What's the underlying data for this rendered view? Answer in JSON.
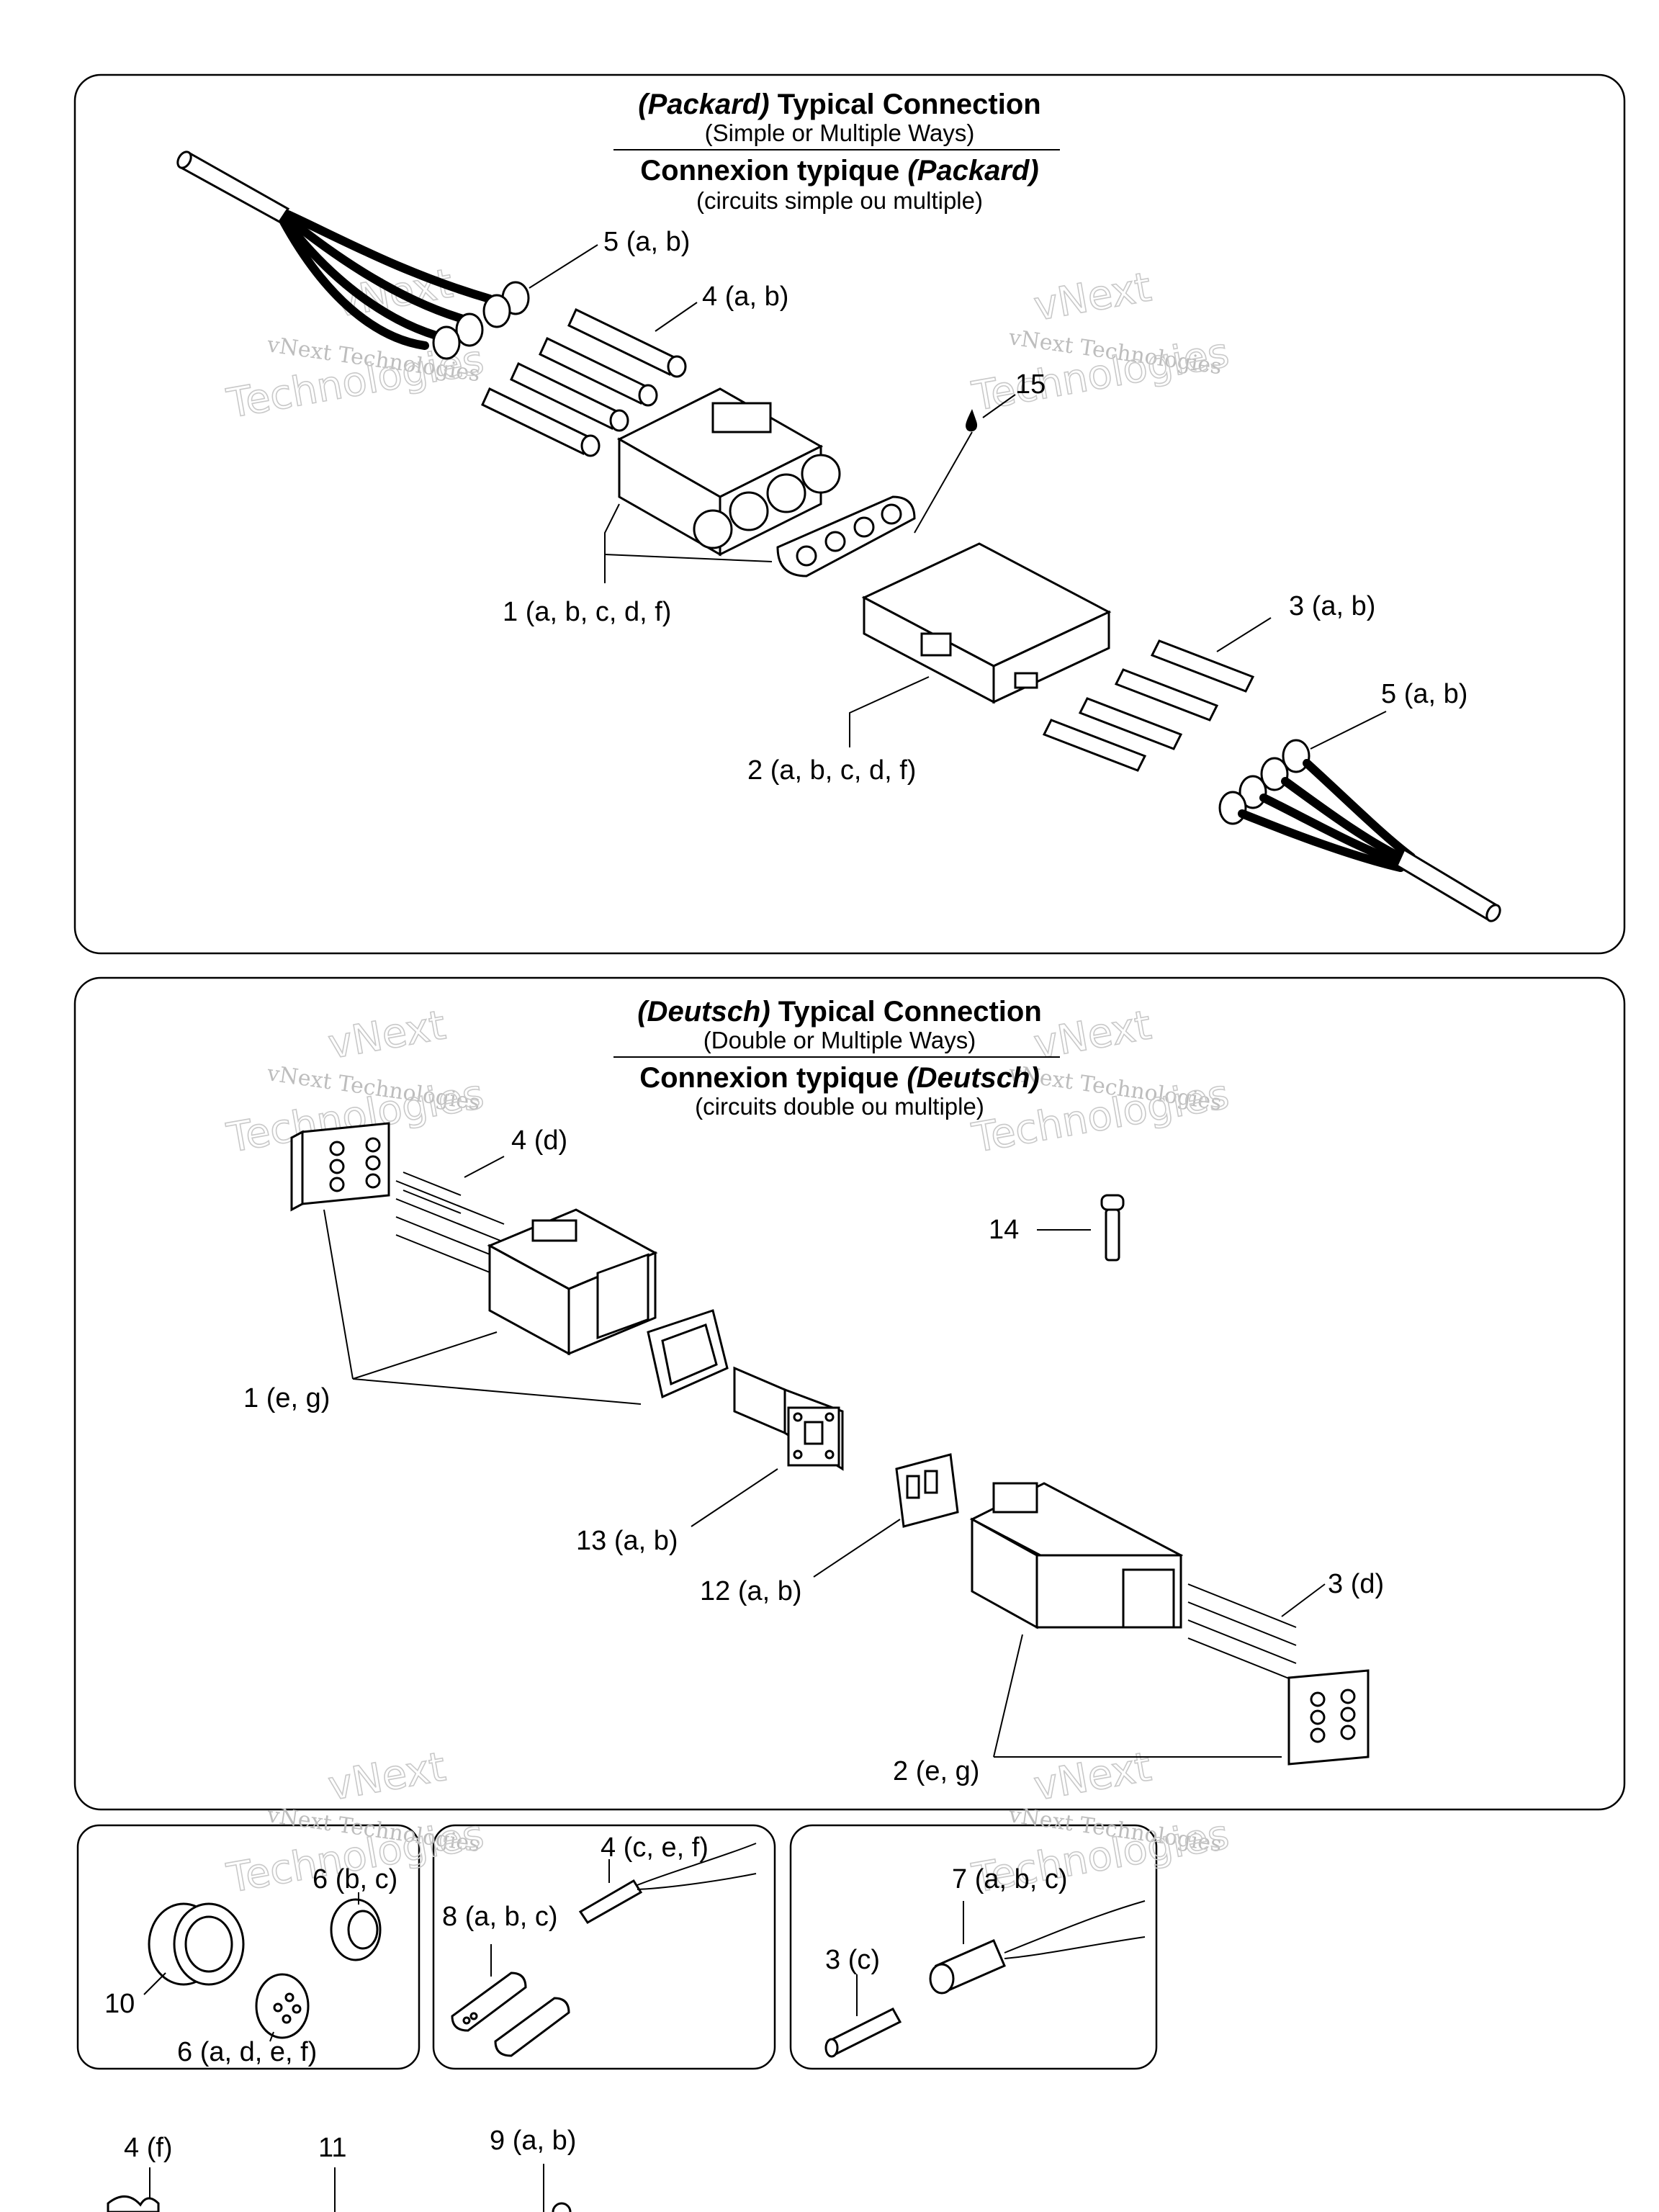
{
  "packard": {
    "title_brand": "(Packard)",
    "title_rest": " Typical Connection",
    "subtitle": "(Simple or Multiple Ways)",
    "title2_rest": "Connexion typique ",
    "title2_brand": "(Packard)",
    "subtitle2": "(circuits simple ou multiple)",
    "labels": {
      "l5ab_top": "5 (a, b)",
      "l4ab": "4 (a, b)",
      "l15": "15",
      "l1": "1 (a, b, c, d, f)",
      "l3ab": "3 (a, b)",
      "l5ab_bottom": "5 (a, b)",
      "l2": "2 (a, b, c, d, f)"
    }
  },
  "deutsch": {
    "title_brand": "(Deutsch)",
    "title_rest": " Typical Connection",
    "subtitle": "(Double or Multiple Ways)",
    "title2_rest": "Connexion typique ",
    "title2_brand": "(Deutsch)",
    "subtitle2": "(circuits double ou multiple)",
    "labels": {
      "l4d": "4 (d)",
      "l14": "14",
      "l1eg": "1 (e, g)",
      "l13": "13 (a, b)",
      "l12": "12 (a, b)",
      "l3d": "3 (d)",
      "l2eg": "2 (e, g)"
    }
  },
  "small_panels": {
    "p1": {
      "l6bc": "6 (b, c)",
      "l10": "10",
      "l6adef": "6 (a, d, e, f)"
    },
    "p2": {
      "l4cef": "4 (c, e, f)",
      "l8": "8 (a, b, c)"
    },
    "p3": {
      "l7": "7 (a, b, c)",
      "l3c": "3 (c)"
    }
  },
  "bottom": {
    "l4f": "4 (f)",
    "l11": "11",
    "l9": "9 (a, b)"
  },
  "watermark": {
    "line1": "vNext Technologies",
    "line2": "Technologies",
    "line3": "vNext"
  }
}
